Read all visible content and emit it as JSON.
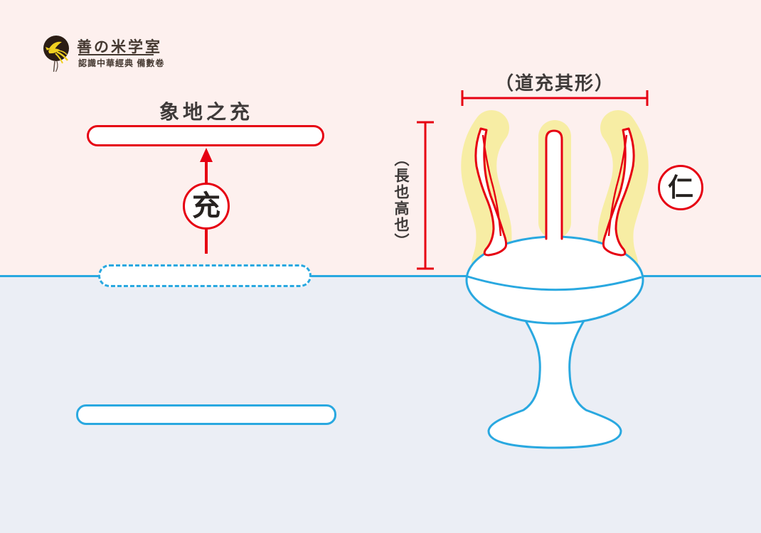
{
  "header": {
    "logo_title": "善の米学室",
    "logo_subtitle": "認識中華經典 備數卷",
    "logo_icon": "bird-icon"
  },
  "left_diagram": {
    "title": "象地之充",
    "circle_char": "充",
    "shapes": [
      "earth-bar-red-pill",
      "up-arrow",
      "dashed-buried-pill",
      "blue-ground-pill"
    ]
  },
  "right_diagram": {
    "width_label": "（道充其形）",
    "height_label": "（長也高也）",
    "circle_char": "仁",
    "figure": "goblet-with-three-sprouts"
  },
  "colors": {
    "accent_red": "#e60012",
    "accent_blue": "#29a8e0",
    "halo_yellow": "#f7eda4",
    "bg_top": "#fdf0ee",
    "bg_bottom": "#ebeef5",
    "text_dark": "#3e3a39",
    "logo_dark": "#2b1d15",
    "bird_yellow": "#f0d020"
  }
}
